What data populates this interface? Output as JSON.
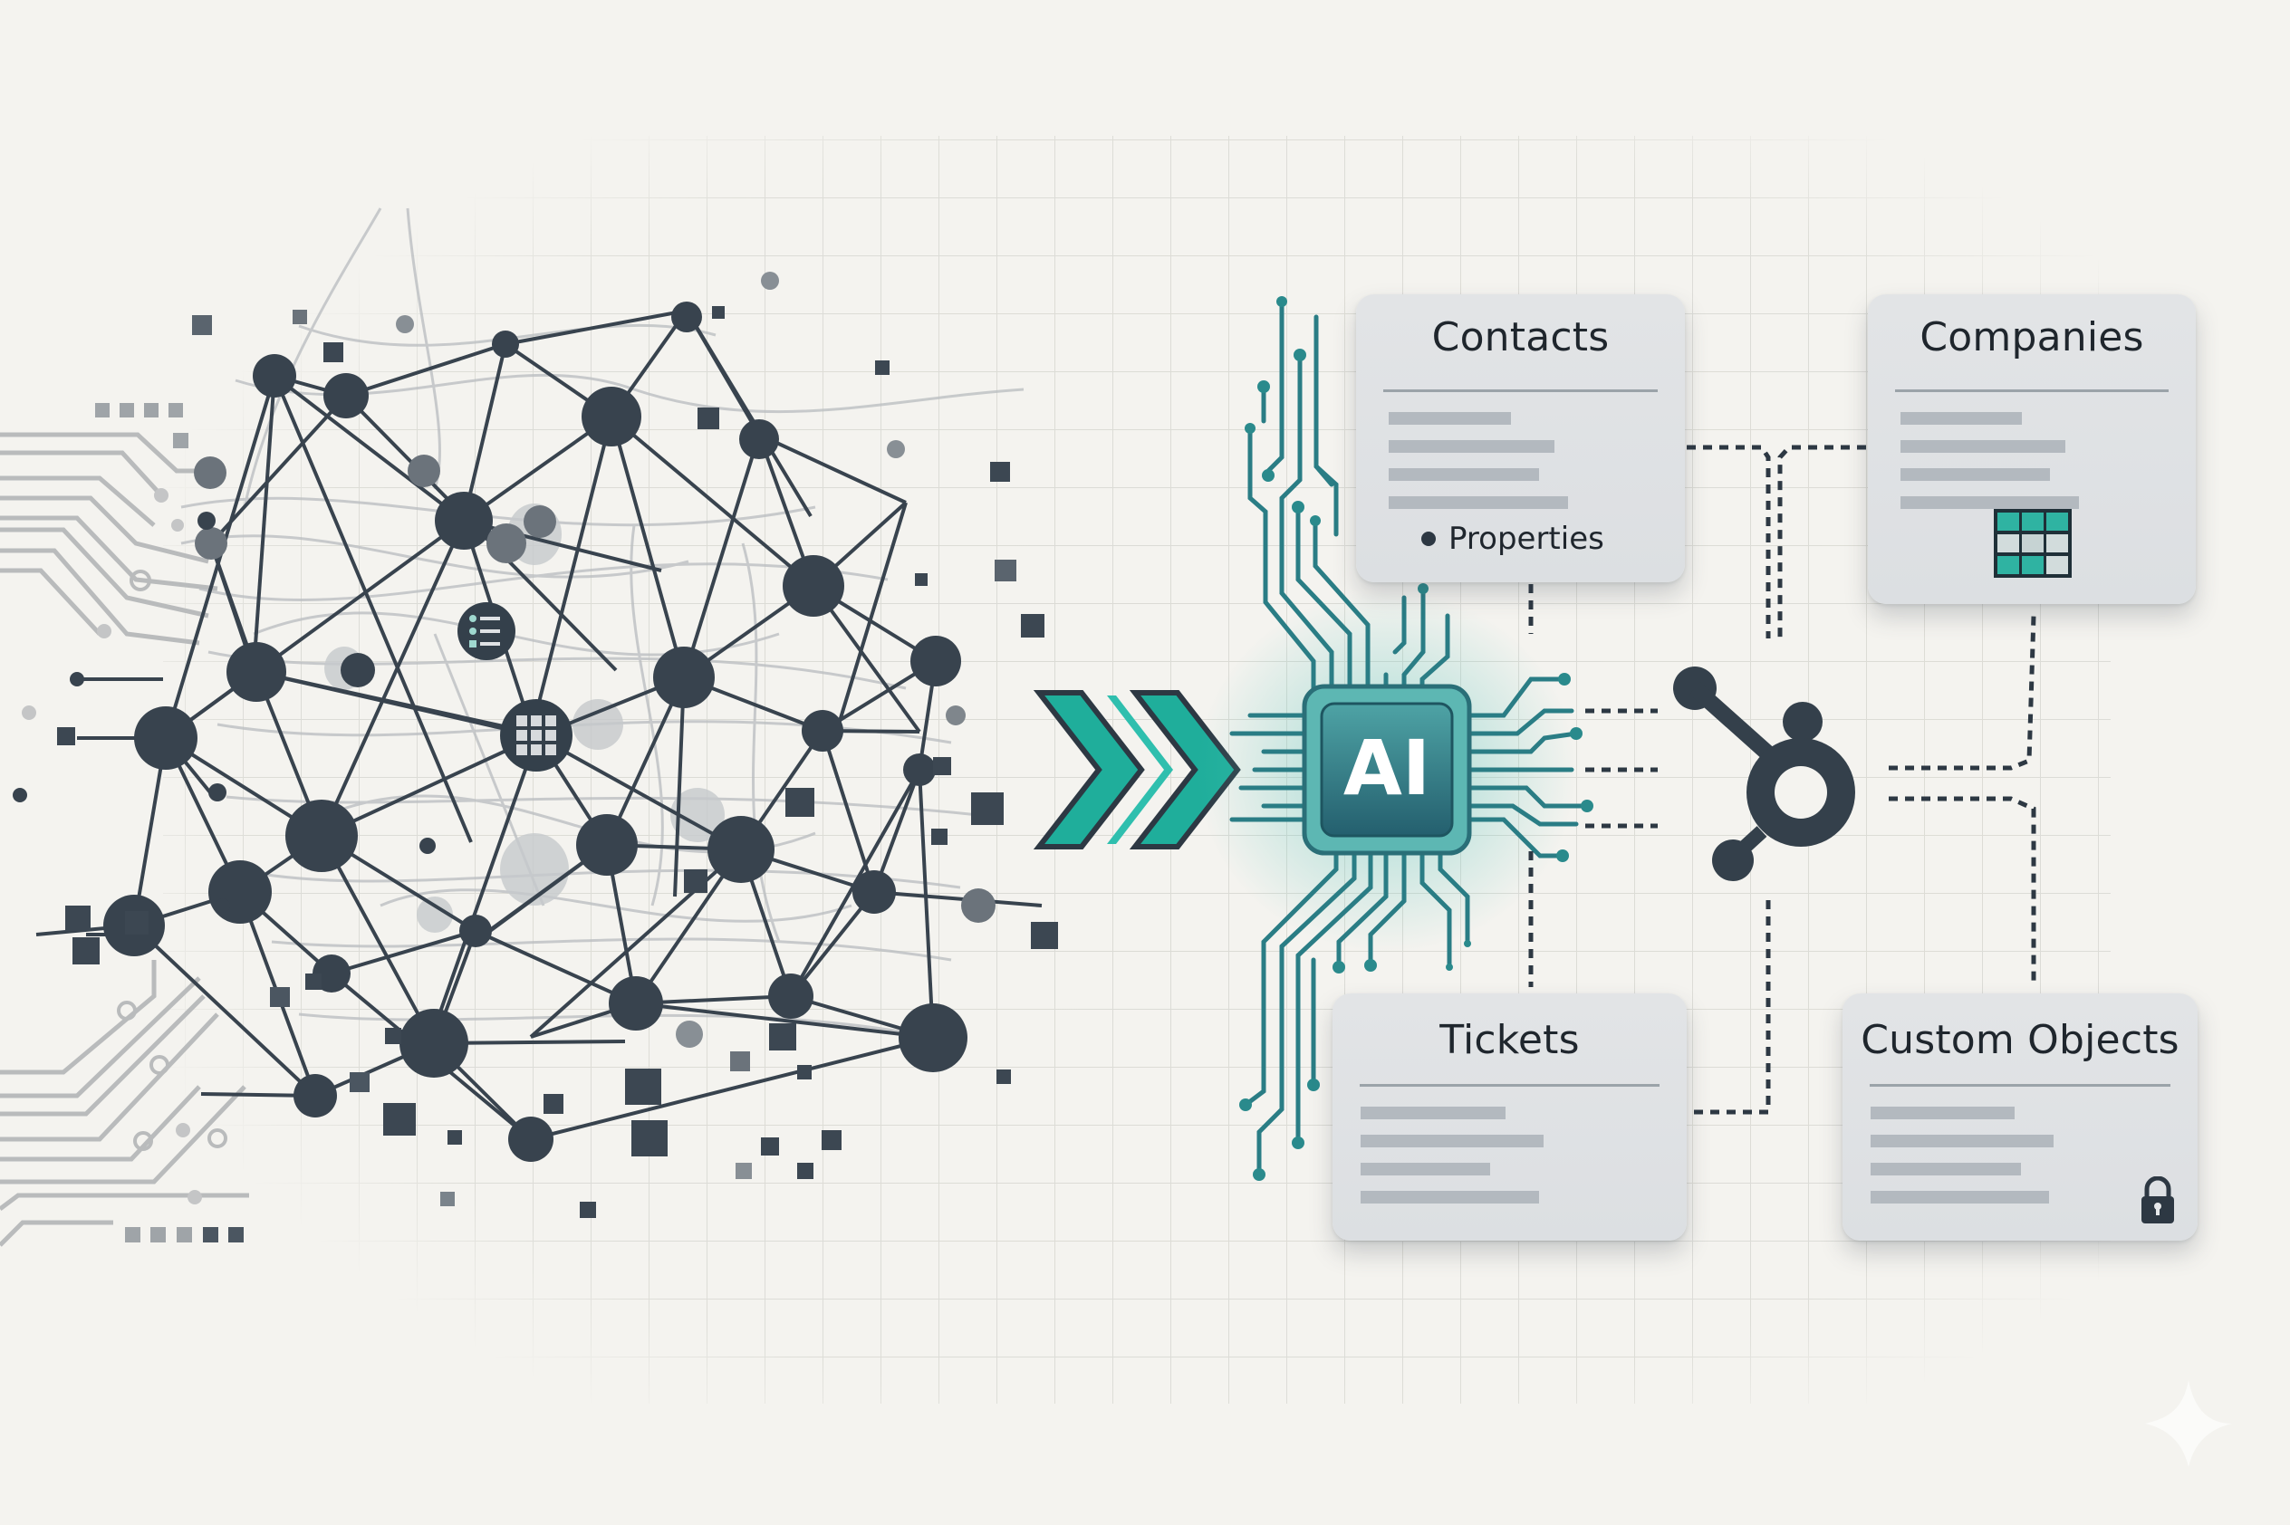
{
  "diagram": {
    "title": "Unstructured data network transformed by AI into HubSpot CRM objects",
    "colors": {
      "background": "#f4f3ef",
      "grid": "#d9d9d4",
      "node_dark": "#34404b",
      "node_mid": "#6b737b",
      "teal": "#1fae9b",
      "teal_dark": "#2a7d85",
      "card_bg": "#dfe2e5",
      "card_bar": "#b3b9bf",
      "hub_icon": "#34404b"
    },
    "left_section": {
      "label": "data-network",
      "embedded_icons": [
        "list-icon",
        "grid-table-icon"
      ]
    },
    "arrow": {
      "icon": "double-chevron-right-icon"
    },
    "processor": {
      "label": "AI",
      "icon": "ai-chip-icon"
    },
    "hub": {
      "icon": "hubspot-sprocket-icon"
    },
    "cards": [
      {
        "id": "contacts",
        "title": "Contacts",
        "footer_bullet": "Properties",
        "icon": null
      },
      {
        "id": "companies",
        "title": "Companies",
        "footer_bullet": null,
        "icon": "table-grid-icon"
      },
      {
        "id": "tickets",
        "title": "Tickets",
        "footer_bullet": null,
        "icon": null
      },
      {
        "id": "custom_objects",
        "title": "Custom Objects",
        "footer_bullet": null,
        "icon": "lock-icon"
      }
    ],
    "watermark": {
      "icon": "sparkle-icon"
    }
  }
}
